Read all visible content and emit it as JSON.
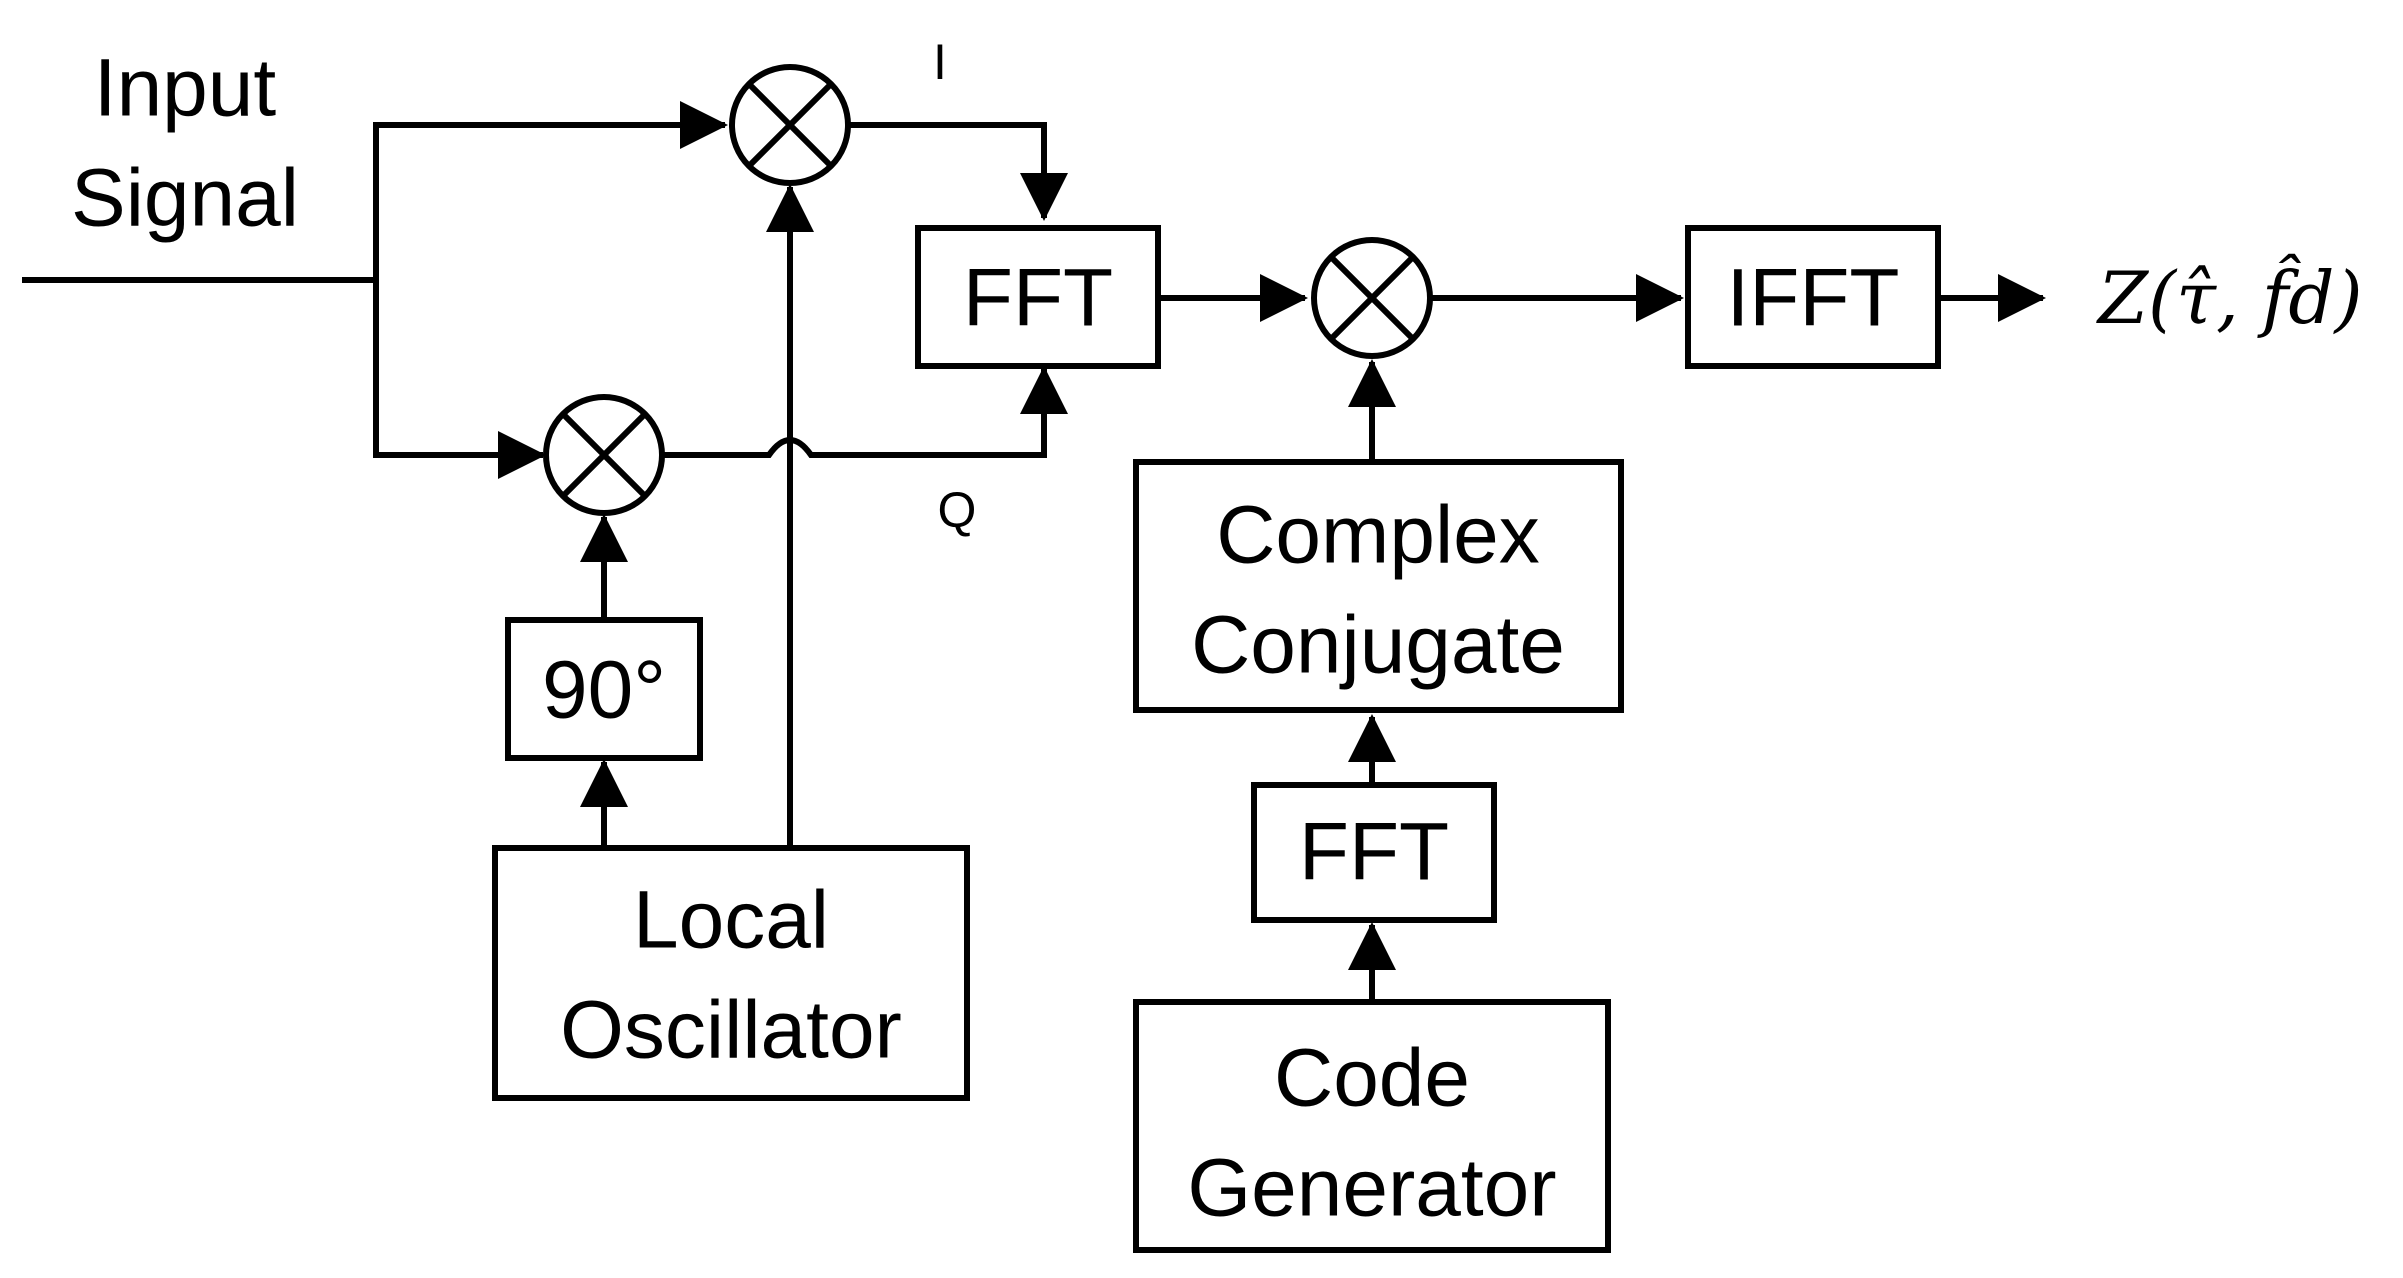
{
  "labels": {
    "input_signal_line1": "Input",
    "input_signal_line2": "Signal",
    "i_branch": "I",
    "q_branch": "Q",
    "fft_main": "FFT",
    "ifft": "IFFT",
    "phase_shift": "90°",
    "local_oscillator_line1": "Local",
    "local_oscillator_line2": "Oscillator",
    "complex_conjugate_line1": "Complex",
    "complex_conjugate_line2": "Conjugate",
    "fft_code": "FFT",
    "code_generator_line1": "Code",
    "code_generator_line2": "Generator",
    "output": "Z(τ̂, f̂d)"
  }
}
